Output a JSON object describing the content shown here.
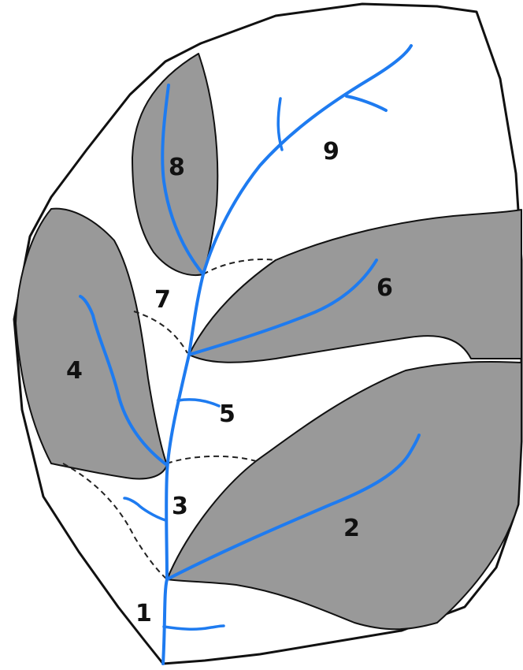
{
  "colors": {
    "background": "#ffffff",
    "outline": "#111111",
    "shaded_zone": "#999999",
    "stream": "#1e7bf0",
    "divide": "#222222"
  },
  "diagram": {
    "zones": [
      {
        "id": "1",
        "label": "1",
        "shaded": false
      },
      {
        "id": "2",
        "label": "2",
        "shaded": true
      },
      {
        "id": "3",
        "label": "3",
        "shaded": false
      },
      {
        "id": "4",
        "label": "4",
        "shaded": true
      },
      {
        "id": "5",
        "label": "5",
        "shaded": false
      },
      {
        "id": "6",
        "label": "6",
        "shaded": true
      },
      {
        "id": "7",
        "label": "7",
        "shaded": false
      },
      {
        "id": "8",
        "label": "8",
        "shaded": true
      },
      {
        "id": "9",
        "label": "9",
        "shaded": false
      }
    ]
  }
}
